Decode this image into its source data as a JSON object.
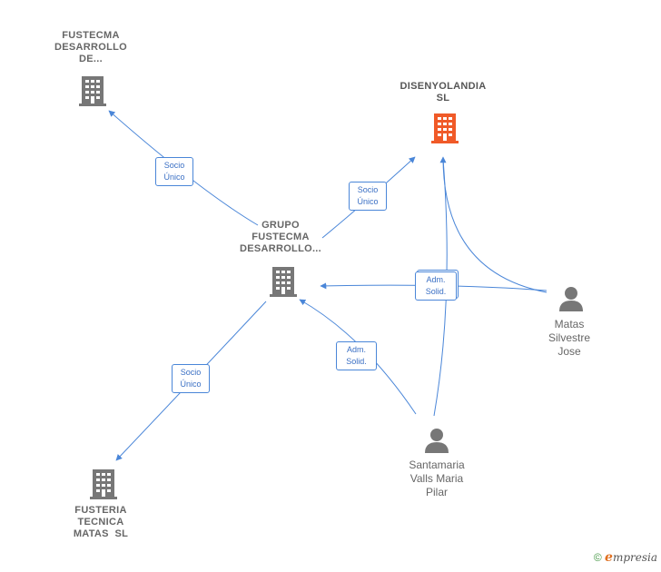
{
  "nodes": {
    "fustecma_desarrollo": {
      "label_lines": [
        "FUSTECMA",
        "DESARROLLO",
        "DE..."
      ],
      "type": "company",
      "icon": "building-icon"
    },
    "disenyolandia": {
      "label_lines": [
        "DISENYOLANDIA",
        "SL"
      ],
      "type": "company",
      "highlight": true,
      "icon": "building-icon"
    },
    "grupo_fustecma": {
      "label_lines": [
        "GRUPO",
        "FUSTECMA",
        "DESARROLLO..."
      ],
      "type": "company",
      "icon": "building-icon"
    },
    "fusteria_tecnica": {
      "label_lines": [
        "FUSTERIA",
        "TECNICA",
        "MATAS  SL"
      ],
      "type": "company",
      "icon": "building-icon"
    },
    "matas_silvestre": {
      "label_lines": [
        "Matas",
        "Silvestre",
        "Jose"
      ],
      "type": "person",
      "icon": "person-icon"
    },
    "santamaria_valls": {
      "label_lines": [
        "Santamaria",
        "Valls Maria",
        "Pilar"
      ],
      "type": "person",
      "icon": "person-icon"
    }
  },
  "roles": {
    "socio_unico_1": [
      "Socio",
      "Único"
    ],
    "socio_unico_2": [
      "Socio",
      "Único"
    ],
    "socio_unico_3": [
      "Socio",
      "Único"
    ],
    "adm_solid_1": [
      "Adm.",
      "Solid."
    ],
    "adm_solid_2": [
      "Adm.",
      "Solid."
    ]
  },
  "colors": {
    "company_icon": "#777777",
    "highlight_icon": "#f05a28",
    "person_icon": "#777777",
    "edge": "#4a86d8"
  },
  "footer": {
    "copyright": "©",
    "brand_initial": "e",
    "brand_rest": "mpresia"
  }
}
